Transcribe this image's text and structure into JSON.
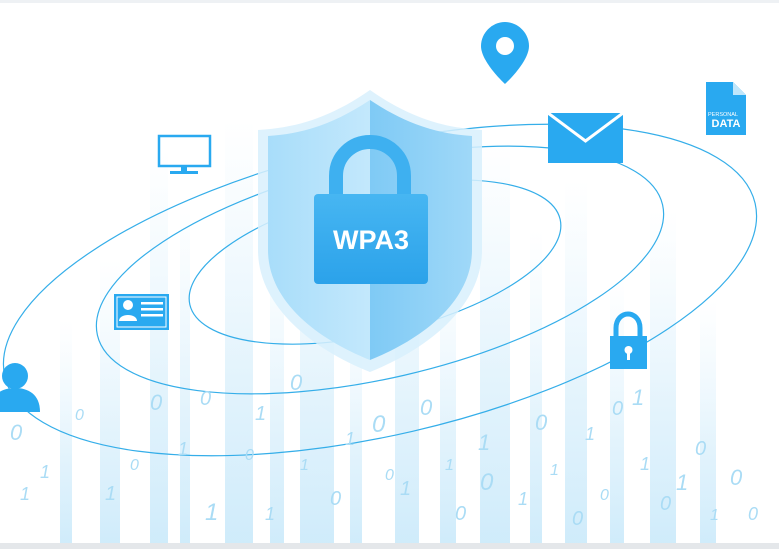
{
  "illustration": {
    "shield_label": "WPA3",
    "document_label_top": "PERSONAL",
    "document_label_bottom": "DATA",
    "icons": [
      "location-pin-icon",
      "document-icon",
      "mail-icon",
      "monitor-icon",
      "id-card-icon",
      "padlock-icon",
      "user-icon",
      "shield-icon"
    ],
    "digits": [
      "0",
      "1",
      "0",
      "1",
      "0",
      "1",
      "1",
      "0",
      "0",
      "1",
      "0",
      "1",
      "0",
      "1",
      "0",
      "0",
      "1",
      "0",
      "1",
      "0",
      "1",
      "0",
      "1",
      "0",
      "1",
      "0",
      "1",
      "0",
      "0",
      "1",
      "1",
      "0",
      "1",
      "0",
      "1",
      "0",
      "0",
      "1",
      "0",
      "1"
    ],
    "colors": {
      "accent": "#29a9f0",
      "accent_dark": "#1b94dc",
      "shield_light": "#bfe6fb",
      "shield_mid": "#8fd3f8",
      "orbit_line": "#35aee9",
      "digit": "#aadcf5"
    }
  }
}
